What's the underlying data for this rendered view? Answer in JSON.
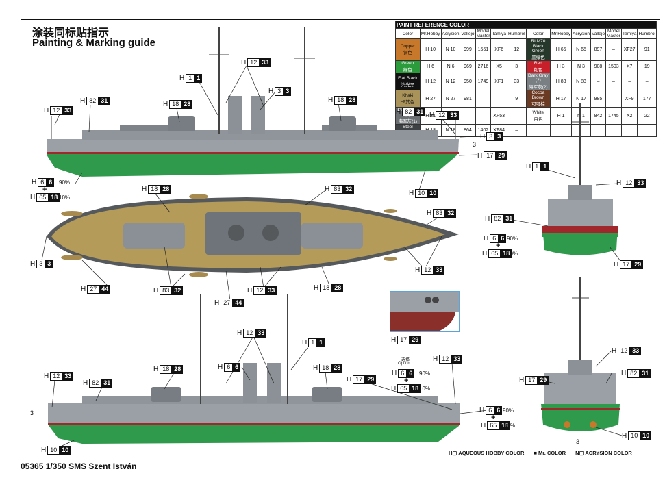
{
  "header": {
    "title_cn": "涂装同标贴指示",
    "title_en": "Painting & Marking guide"
  },
  "footer": {
    "caption": "05365 1/350 SMS Szent István"
  },
  "paint_table": {
    "title": "PAINT REFERENCE COLOR",
    "headers": [
      "Color",
      "Mr.Hobby",
      "Acrysion",
      "Vallejo",
      "Model Master",
      "Tamiya",
      "Humbrol"
    ],
    "left": [
      {
        "name": "Copper",
        "sub": "铜色",
        "swatch": "#c8782a",
        "h": "H 10",
        "n": "N 10",
        "v": [
          "999",
          "1551",
          "XF6",
          "12"
        ]
      },
      {
        "name": "Green",
        "sub": "绿色",
        "swatch": "#2b9b3c",
        "h": "H 6",
        "n": "N 6",
        "v": [
          "969",
          "2716",
          "X5",
          "3"
        ]
      },
      {
        "name": "Flat Black",
        "sub": "消光黑",
        "swatch": "#111111",
        "h": "H 12",
        "n": "N 12",
        "v": [
          "950",
          "1749",
          "XF1",
          "33"
        ]
      },
      {
        "name": "Khaki",
        "sub": "卡其色",
        "swatch": "#a9935a",
        "h": "H 27",
        "n": "N 27",
        "v": [
          "981",
          "–",
          "–",
          "9"
        ]
      },
      {
        "name": "Dark Gray (1)",
        "sub": "海军灰(1)",
        "swatch": "#6b6f72",
        "h": "H 31",
        "n": "N 31",
        "v": [
          "–",
          "–",
          "XF53",
          "–"
        ]
      },
      {
        "name": "Steel",
        "sub": "钢色",
        "swatch": "#3f4245",
        "h": "H 18",
        "n": "N 18",
        "v": [
          "864",
          "1402",
          "XF84",
          "–"
        ]
      }
    ],
    "right": [
      {
        "name": "RLM70 Black Green",
        "sub": "墨绿色",
        "swatch": "#25382a",
        "h": "H 65",
        "n": "N 65",
        "v": [
          "897",
          "–",
          "XF27",
          "91"
        ]
      },
      {
        "name": "Red",
        "sub": "红色",
        "swatch": "#c8202a",
        "h": "H 3",
        "n": "N 3",
        "v": [
          "908",
          "1503",
          "X7",
          "19"
        ]
      },
      {
        "name": "Dark Gray (2)",
        "sub": "海军灰(2)",
        "swatch": "#7a7f83",
        "h": "H 83",
        "n": "N 83",
        "v": [
          "–",
          "–",
          "–",
          "–"
        ]
      },
      {
        "name": "Cocoa Brown",
        "sub": "可可棕",
        "swatch": "#6a3a22",
        "h": "H 17",
        "n": "N 17",
        "v": [
          "985",
          "–",
          "XF9",
          "177"
        ]
      },
      {
        "name": "White",
        "sub": "白色",
        "swatch": "#ffffff",
        "h": "H 1",
        "n": "N 1",
        "v": [
          "842",
          "1745",
          "X2",
          "22"
        ]
      },
      {
        "name": "",
        "sub": "",
        "swatch": "#ffffff",
        "h": "",
        "n": "",
        "v": [
          "",
          "",
          "",
          ""
        ]
      }
    ]
  },
  "callouts": {
    "c1": {
      "h": "H",
      "a": "12",
      "b": "33"
    },
    "c2": {
      "h": "H",
      "a": "1",
      "b": "1"
    },
    "c3": {
      "h": "H",
      "a": "3",
      "b": "3"
    },
    "c4": {
      "h": "H",
      "a": "82",
      "b": "31"
    },
    "c5": {
      "h": "H",
      "a": "18",
      "b": "28"
    },
    "c6": {
      "h": "H",
      "a": "12",
      "b": "33"
    },
    "c7": {
      "h": "H",
      "a": "18",
      "b": "28"
    },
    "c8": {
      "h": "H",
      "a": "82",
      "b": "31"
    },
    "c9": {
      "h": "H",
      "a": "12",
      "b": "33"
    },
    "c10": {
      "h": "H",
      "a": "3",
      "b": "3"
    },
    "c11": {
      "h": "H",
      "a": "17",
      "b": "29"
    },
    "c12": {
      "h": "H",
      "a": "6",
      "b": "6"
    },
    "c13": {
      "h": "H",
      "a": "65",
      "b": "18"
    },
    "c14": {
      "h": "H",
      "a": "10",
      "b": "10"
    },
    "c15": {
      "h": "H",
      "a": "18",
      "b": "28"
    },
    "c16": {
      "h": "H",
      "a": "83",
      "b": "32"
    },
    "c17": {
      "h": "H",
      "a": "83",
      "b": "32"
    },
    "c18": {
      "h": "H",
      "a": "3",
      "b": "3"
    },
    "c19": {
      "h": "H",
      "a": "12",
      "b": "33"
    },
    "c20": {
      "h": "H",
      "a": "27",
      "b": "44"
    },
    "c21": {
      "h": "H",
      "a": "83",
      "b": "32"
    },
    "c22": {
      "h": "H",
      "a": "27",
      "b": "44"
    },
    "c23": {
      "h": "H",
      "a": "12",
      "b": "33"
    },
    "c24": {
      "h": "H",
      "a": "18",
      "b": "28"
    },
    "c25": {
      "h": "H",
      "a": "1",
      "b": "1"
    },
    "c26": {
      "h": "H",
      "a": "12",
      "b": "33"
    },
    "c27": {
      "h": "H",
      "a": "82",
      "b": "31"
    },
    "c28": {
      "h": "H",
      "a": "6",
      "b": "6"
    },
    "c29": {
      "h": "H",
      "a": "65",
      "b": "18"
    },
    "c30": {
      "h": "H",
      "a": "17",
      "b": "29"
    },
    "c31": {
      "h": "H",
      "a": "12",
      "b": "33"
    },
    "c32": {
      "h": "H",
      "a": "1",
      "b": "1"
    },
    "c33": {
      "h": "H",
      "a": "18",
      "b": "28"
    },
    "c34": {
      "h": "H",
      "a": "6",
      "b": "6"
    },
    "c35": {
      "h": "H",
      "a": "18",
      "b": "28"
    },
    "c36": {
      "h": "H",
      "a": "12",
      "b": "33"
    },
    "c37": {
      "h": "H",
      "a": "82",
      "b": "31"
    },
    "c38": {
      "h": "H",
      "a": "17",
      "b": "29"
    },
    "c39": {
      "h": "H",
      "a": "6",
      "b": "6"
    },
    "c40": {
      "h": "H",
      "a": "65",
      "b": "18"
    },
    "c41": {
      "h": "H",
      "a": "12",
      "b": "33"
    },
    "c42": {
      "h": "H",
      "a": "10",
      "b": "10"
    },
    "c43": {
      "h": "H",
      "a": "17",
      "b": "29"
    },
    "c44": {
      "h": "H",
      "a": "12",
      "b": "33"
    },
    "c45": {
      "h": "H",
      "a": "82",
      "b": "31"
    },
    "c46": {
      "h": "H",
      "a": "17",
      "b": "29"
    },
    "c47": {
      "h": "H",
      "a": "6",
      "b": "6"
    },
    "c48": {
      "h": "H",
      "a": "65",
      "b": "18"
    },
    "c49": {
      "h": "H",
      "a": "10",
      "b": "10"
    }
  },
  "pct": {
    "p90": "90%",
    "p10": "10%"
  },
  "labels": {
    "three": "3",
    "option_cn": "选择",
    "option_en": "Option"
  },
  "legend": {
    "aqueous": "H▢ AQUEOUS HOBBY COLOR",
    "mr": "■ Mr. COLOR",
    "acrysion": "N▢ ACRYSION COLOR"
  }
}
